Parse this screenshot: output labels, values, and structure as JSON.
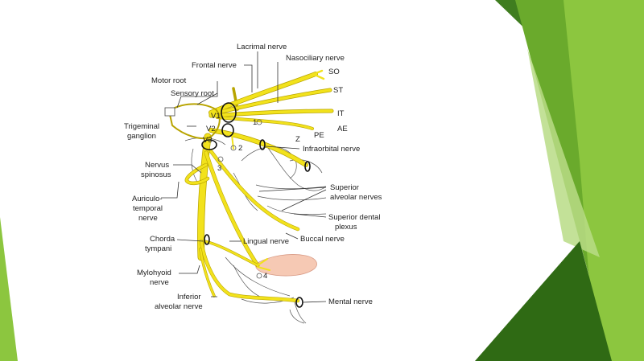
{
  "diagram": {
    "labels": {
      "lacrimal": "Lacrimal nerve",
      "frontal": "Frontal nerve",
      "nasociliary": "Nasociliary nerve",
      "motor_root": "Motor root",
      "sensory_root": "Sensory root",
      "so": "SO",
      "st": "ST",
      "it": "IT",
      "ae": "AE",
      "pe": "PE",
      "z": "Z",
      "v1": "V1",
      "v2": "V2",
      "v3": "V3",
      "n1": "1",
      "n2": "2",
      "n3": "3",
      "n4": "4",
      "trigeminal_1": "Trigeminal",
      "trigeminal_2": "ganglion",
      "infraorbital": "Infraorbital nerve",
      "nervus_1": "Nervus",
      "nervus_2": "spinosus",
      "superior_alveolar_1": "Superior",
      "superior_alveolar_2": "alveolar nerves",
      "auriculo_1": "Auriculo-",
      "auriculo_2": "temporal",
      "auriculo_3": "nerve",
      "superior_dental_1": "Superior dental",
      "superior_dental_2": "plexus",
      "chorda_1": "Chorda",
      "chorda_2": "tympani",
      "lingual": "Lingual nerve",
      "buccal": "Buccal nerve",
      "mylohyoid_1": "Mylohyoid",
      "mylohyoid_2": "nerve",
      "inferior_alveolar_1": "Inferior",
      "inferior_alveolar_2": "alveolar nerve",
      "mental": "Mental nerve"
    },
    "colors": {
      "nerve": "#f2e21c",
      "tongue": "#f6c9b4",
      "green_dark": "#3c7a1c",
      "green_mid": "#5da22a",
      "green_light": "#8cc63f"
    }
  }
}
